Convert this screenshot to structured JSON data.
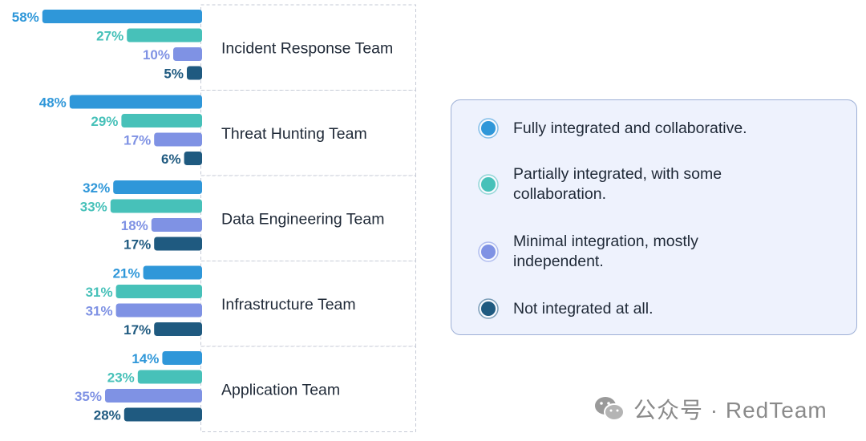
{
  "chart_data": {
    "type": "bar",
    "orientation": "horizontal",
    "categories": [
      "Incident Response Team",
      "Threat Hunting Team",
      "Data Engineering Team",
      "Infrastructure Team",
      "Application Team"
    ],
    "series": [
      {
        "name": "Fully integrated and collaborative.",
        "color": "#2f97d9",
        "values": [
          58,
          48,
          32,
          21,
          14
        ]
      },
      {
        "name": "Partially integrated, with some collaboration.",
        "color": "#47c1b9",
        "values": [
          27,
          29,
          33,
          31,
          23
        ]
      },
      {
        "name": "Minimal integration, mostly independent.",
        "color": "#7f92e4",
        "values": [
          10,
          17,
          18,
          31,
          35
        ]
      },
      {
        "name": "Not integrated at all.",
        "color": "#1f5a80",
        "values": [
          5,
          6,
          17,
          17,
          28
        ]
      }
    ],
    "value_suffix": "%",
    "legend_placement": "right",
    "grid": false
  },
  "watermark": {
    "text": "公众号 · RedTeam",
    "icon": "wechat-icon"
  }
}
